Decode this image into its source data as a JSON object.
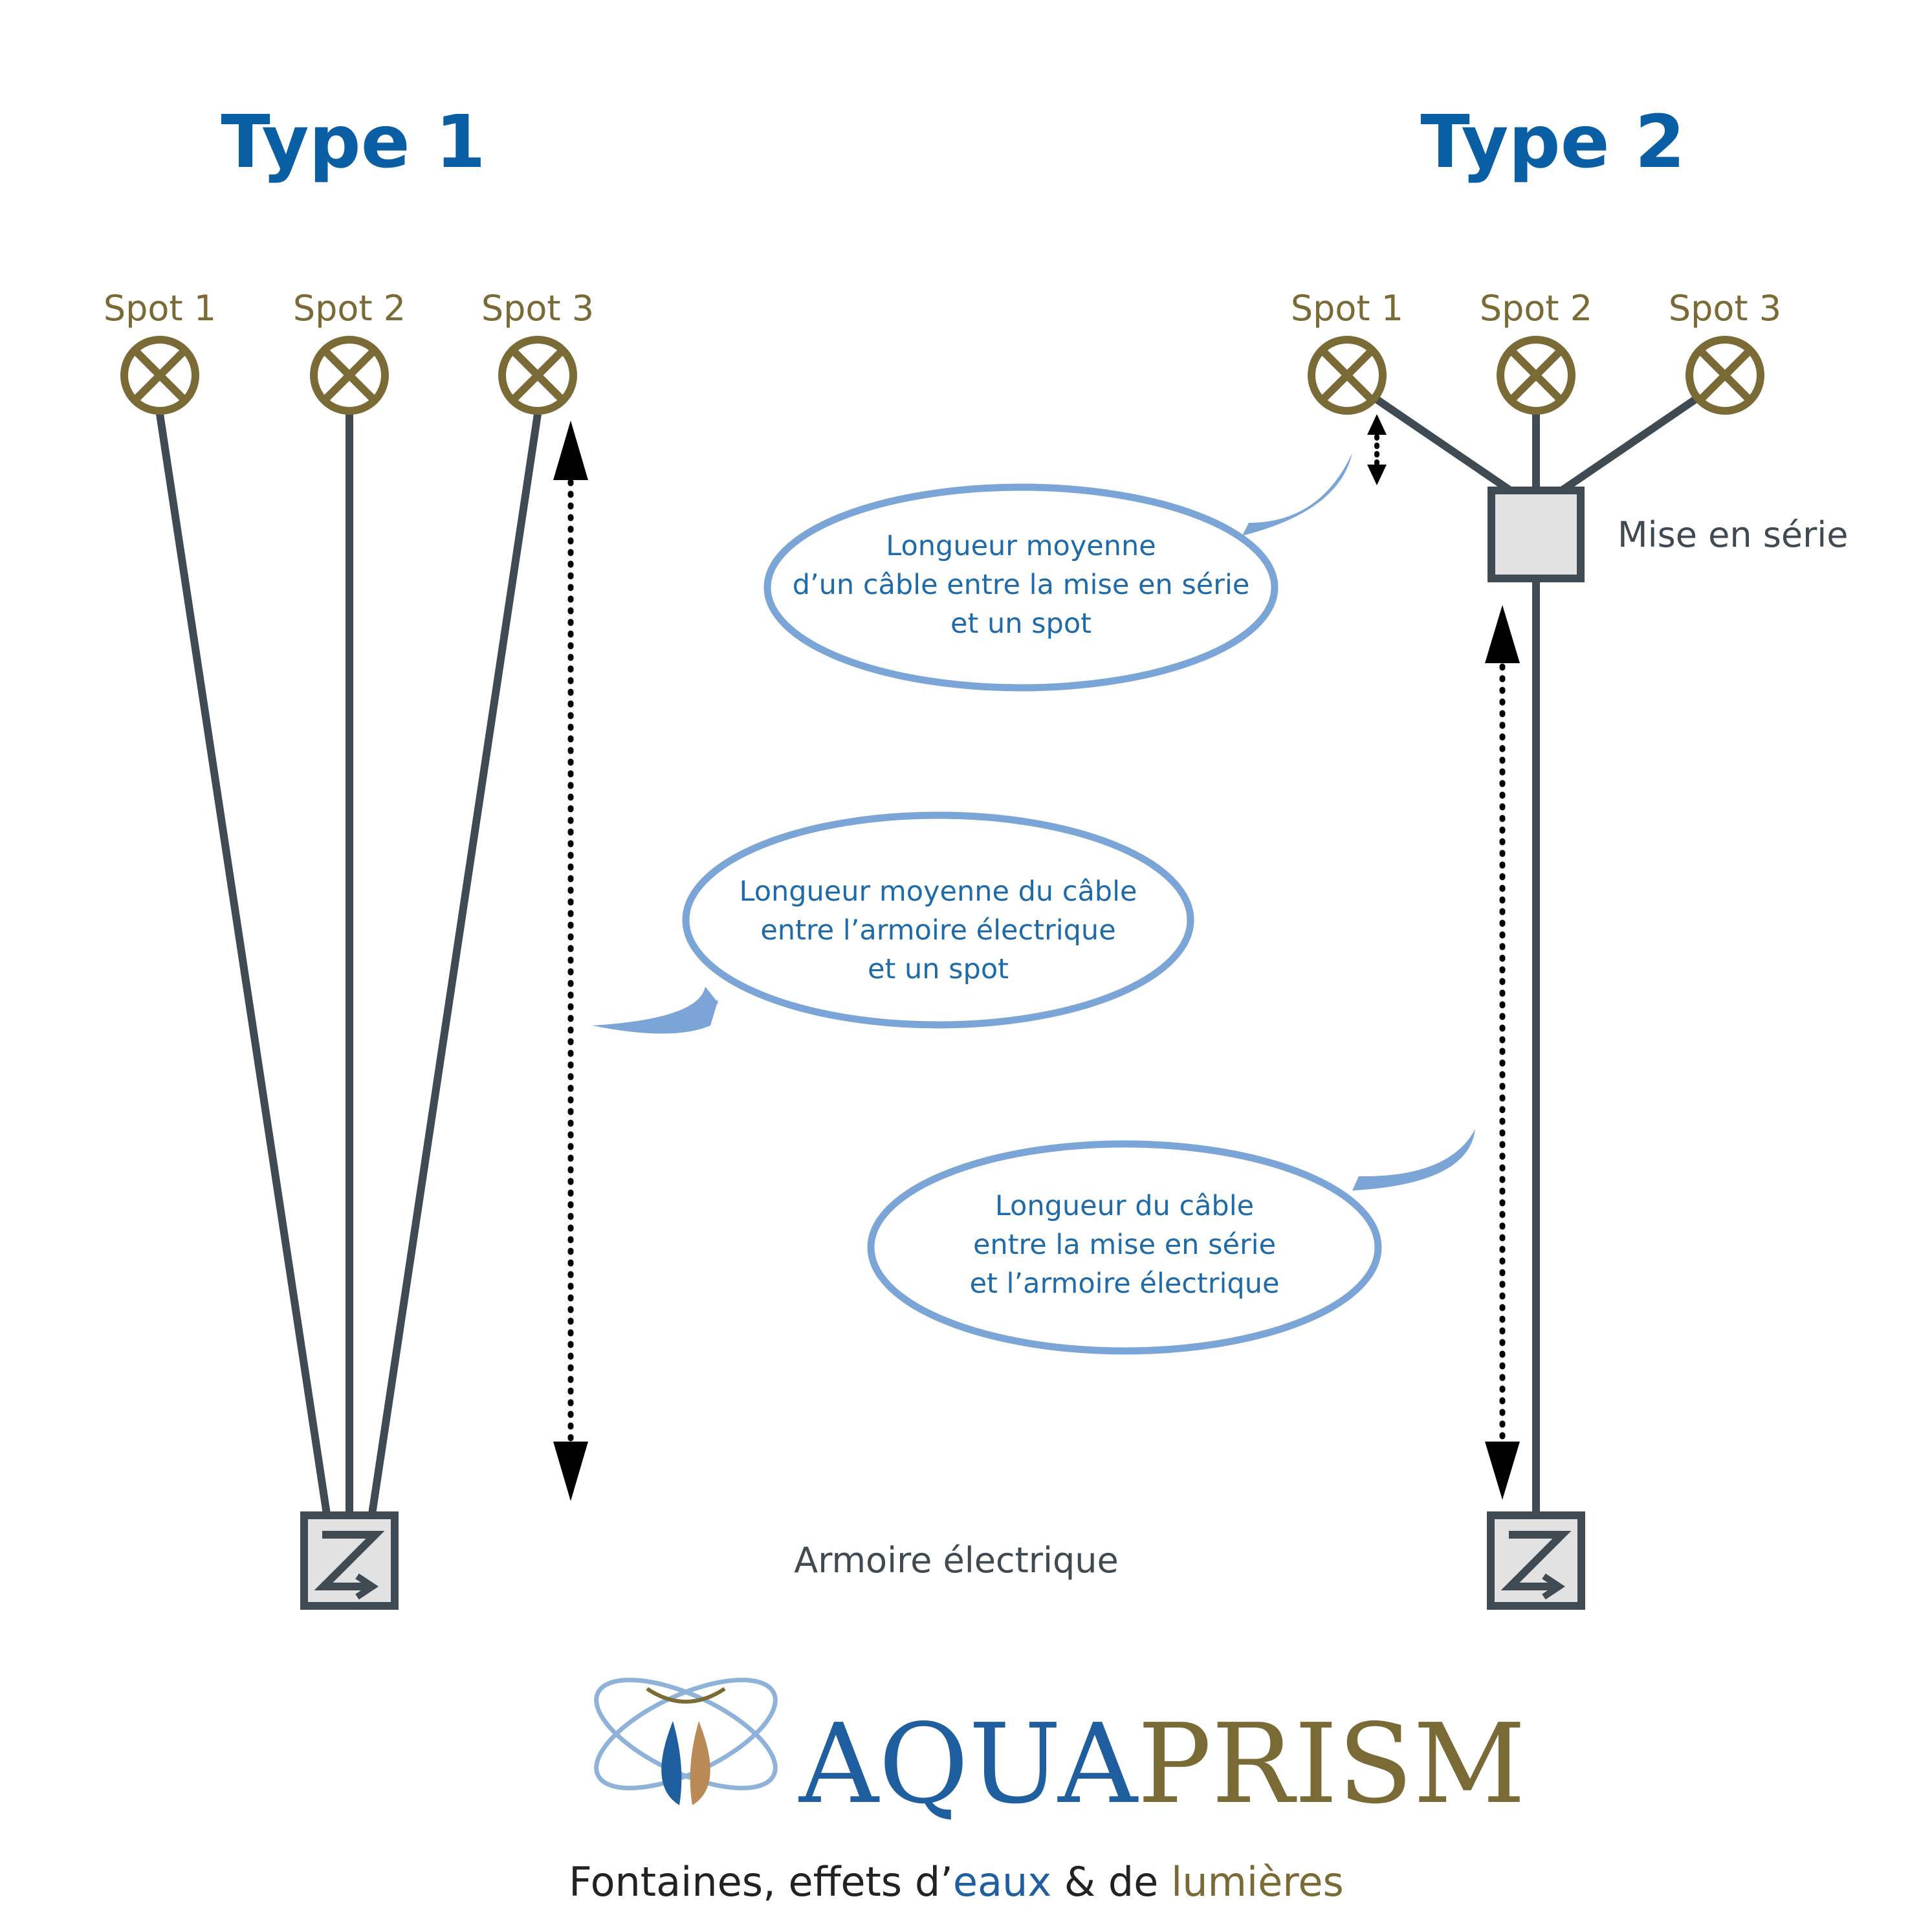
{
  "type1": {
    "title": "Type 1",
    "spots": [
      "Spot 1",
      "Spot 2",
      "Spot 3"
    ]
  },
  "type2": {
    "title": "Type 2",
    "spots": [
      "Spot 1",
      "Spot 2",
      "Spot 3"
    ],
    "serial_label": "Mise en série"
  },
  "cabinet_label": "Armoire électrique",
  "bubbles": {
    "serial_to_spot": [
      "Longueur moyenne",
      "d’un câble entre la mise en série",
      "et un spot"
    ],
    "cabinet_to_spot": [
      "Longueur moyenne du câble",
      "entre l’armoire électrique",
      "et un spot"
    ],
    "serial_to_cabinet": [
      "Longueur du câble",
      "entre la mise en série",
      "et l’armoire électrique"
    ]
  },
  "brand": {
    "name_part1": "AQUA",
    "name_part2": "PRISM",
    "tagline": {
      "part1": "Fontaines, effets d’",
      "part2": "eaux",
      "part3": " & de ",
      "part4": "lumières"
    }
  },
  "colors": {
    "title": "#0a5ea4",
    "spot": "#7a6a35",
    "cable": "#3f4a52",
    "bubble": "#7ba5d6",
    "bubble_text": "#1f6aa8"
  },
  "icons": {
    "spot": "lamp-icon",
    "cabinet": "electrical-cabinet-icon",
    "serial": "junction-box-icon"
  }
}
